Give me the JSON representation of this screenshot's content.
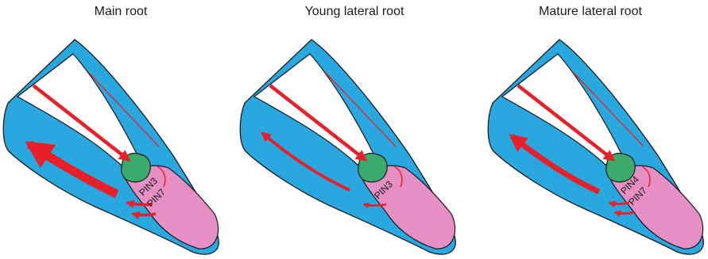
{
  "colors": {
    "root_body": "#29a8e0",
    "vasculature": "#ffffff",
    "root_cap": "#e58fc4",
    "qc": "#3aab6a",
    "flux": "#e8202a",
    "outline": "#1a1a1a"
  },
  "panels": [
    {
      "title": "Main root",
      "pin_labels": [
        "PIN3",
        "PIN7"
      ],
      "lateral_flux": "strong"
    },
    {
      "title": "Young lateral root",
      "pin_labels": [
        "PIN3"
      ],
      "lateral_flux": "thin"
    },
    {
      "title": "Mature lateral root",
      "pin_labels": [
        "PIN4",
        "PIN7"
      ],
      "lateral_flux": "medium"
    }
  ]
}
